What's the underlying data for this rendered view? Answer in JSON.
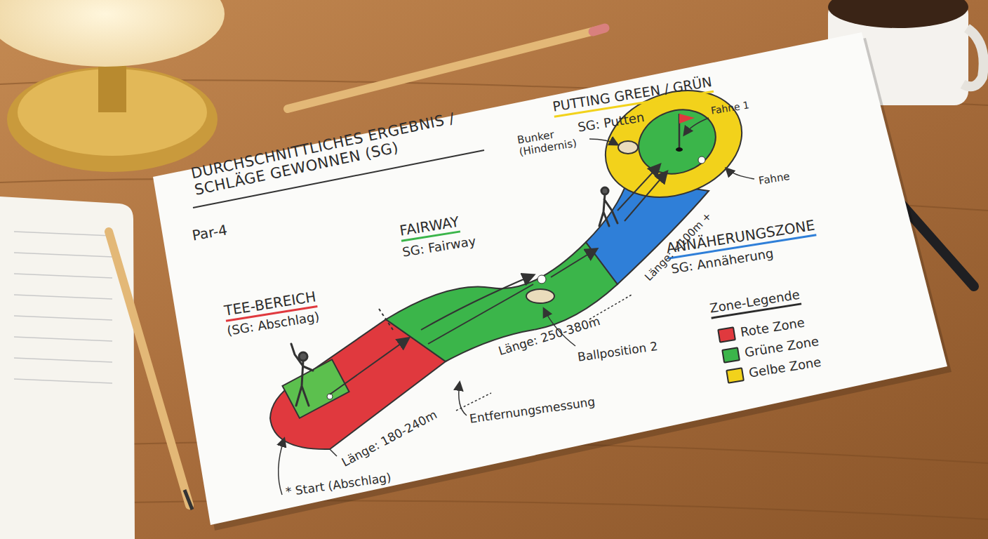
{
  "diagram": {
    "title": "DURCHSCHNITTLICHES ERGEBNIS / SCHLÄGE GEWONNEN (SG)",
    "labels": [
      "Par-4",
      "TEE-BEREICH",
      "(SG: Abschlag)",
      "FAIRWAY",
      "SG: Fairway",
      "ANNÄHERUNGSZONE",
      "SG: Annäherung",
      "PUTTING GREEN / GRÜN",
      "SG: Putten",
      "Bunker (Hindernis)",
      "Fahne 1",
      "Fahne",
      "Länge: <100m +",
      "Länge: 250-380m",
      "Ballposition 2",
      "Entfernungsmessung",
      "Länge: 180-240m",
      "* Start (Abschlag)",
      "Zone-Legende"
    ],
    "legend": [
      {
        "text": "Rote Zone",
        "color": "#e0393e"
      },
      {
        "text": "Grüne Zone",
        "color": "#3bb54a"
      },
      {
        "text": "Gelbe Zone",
        "color": "#f2d21b"
      }
    ]
  }
}
